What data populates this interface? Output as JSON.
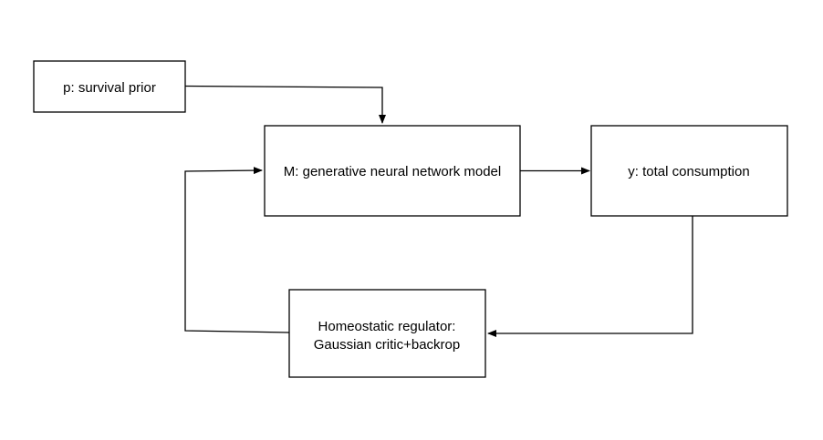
{
  "diagram": {
    "nodes": {
      "prior": {
        "label": "p: survival prior"
      },
      "model": {
        "label": "M: generative neural network model"
      },
      "consumption": {
        "label": "y: total consumption"
      },
      "regulator": {
        "line1": "Homeostatic regulator:",
        "line2": "Gaussian critic+backrop"
      }
    },
    "edges": [
      {
        "from": "prior",
        "to": "model"
      },
      {
        "from": "model",
        "to": "consumption"
      },
      {
        "from": "consumption",
        "to": "regulator"
      },
      {
        "from": "regulator",
        "to": "model"
      }
    ]
  }
}
